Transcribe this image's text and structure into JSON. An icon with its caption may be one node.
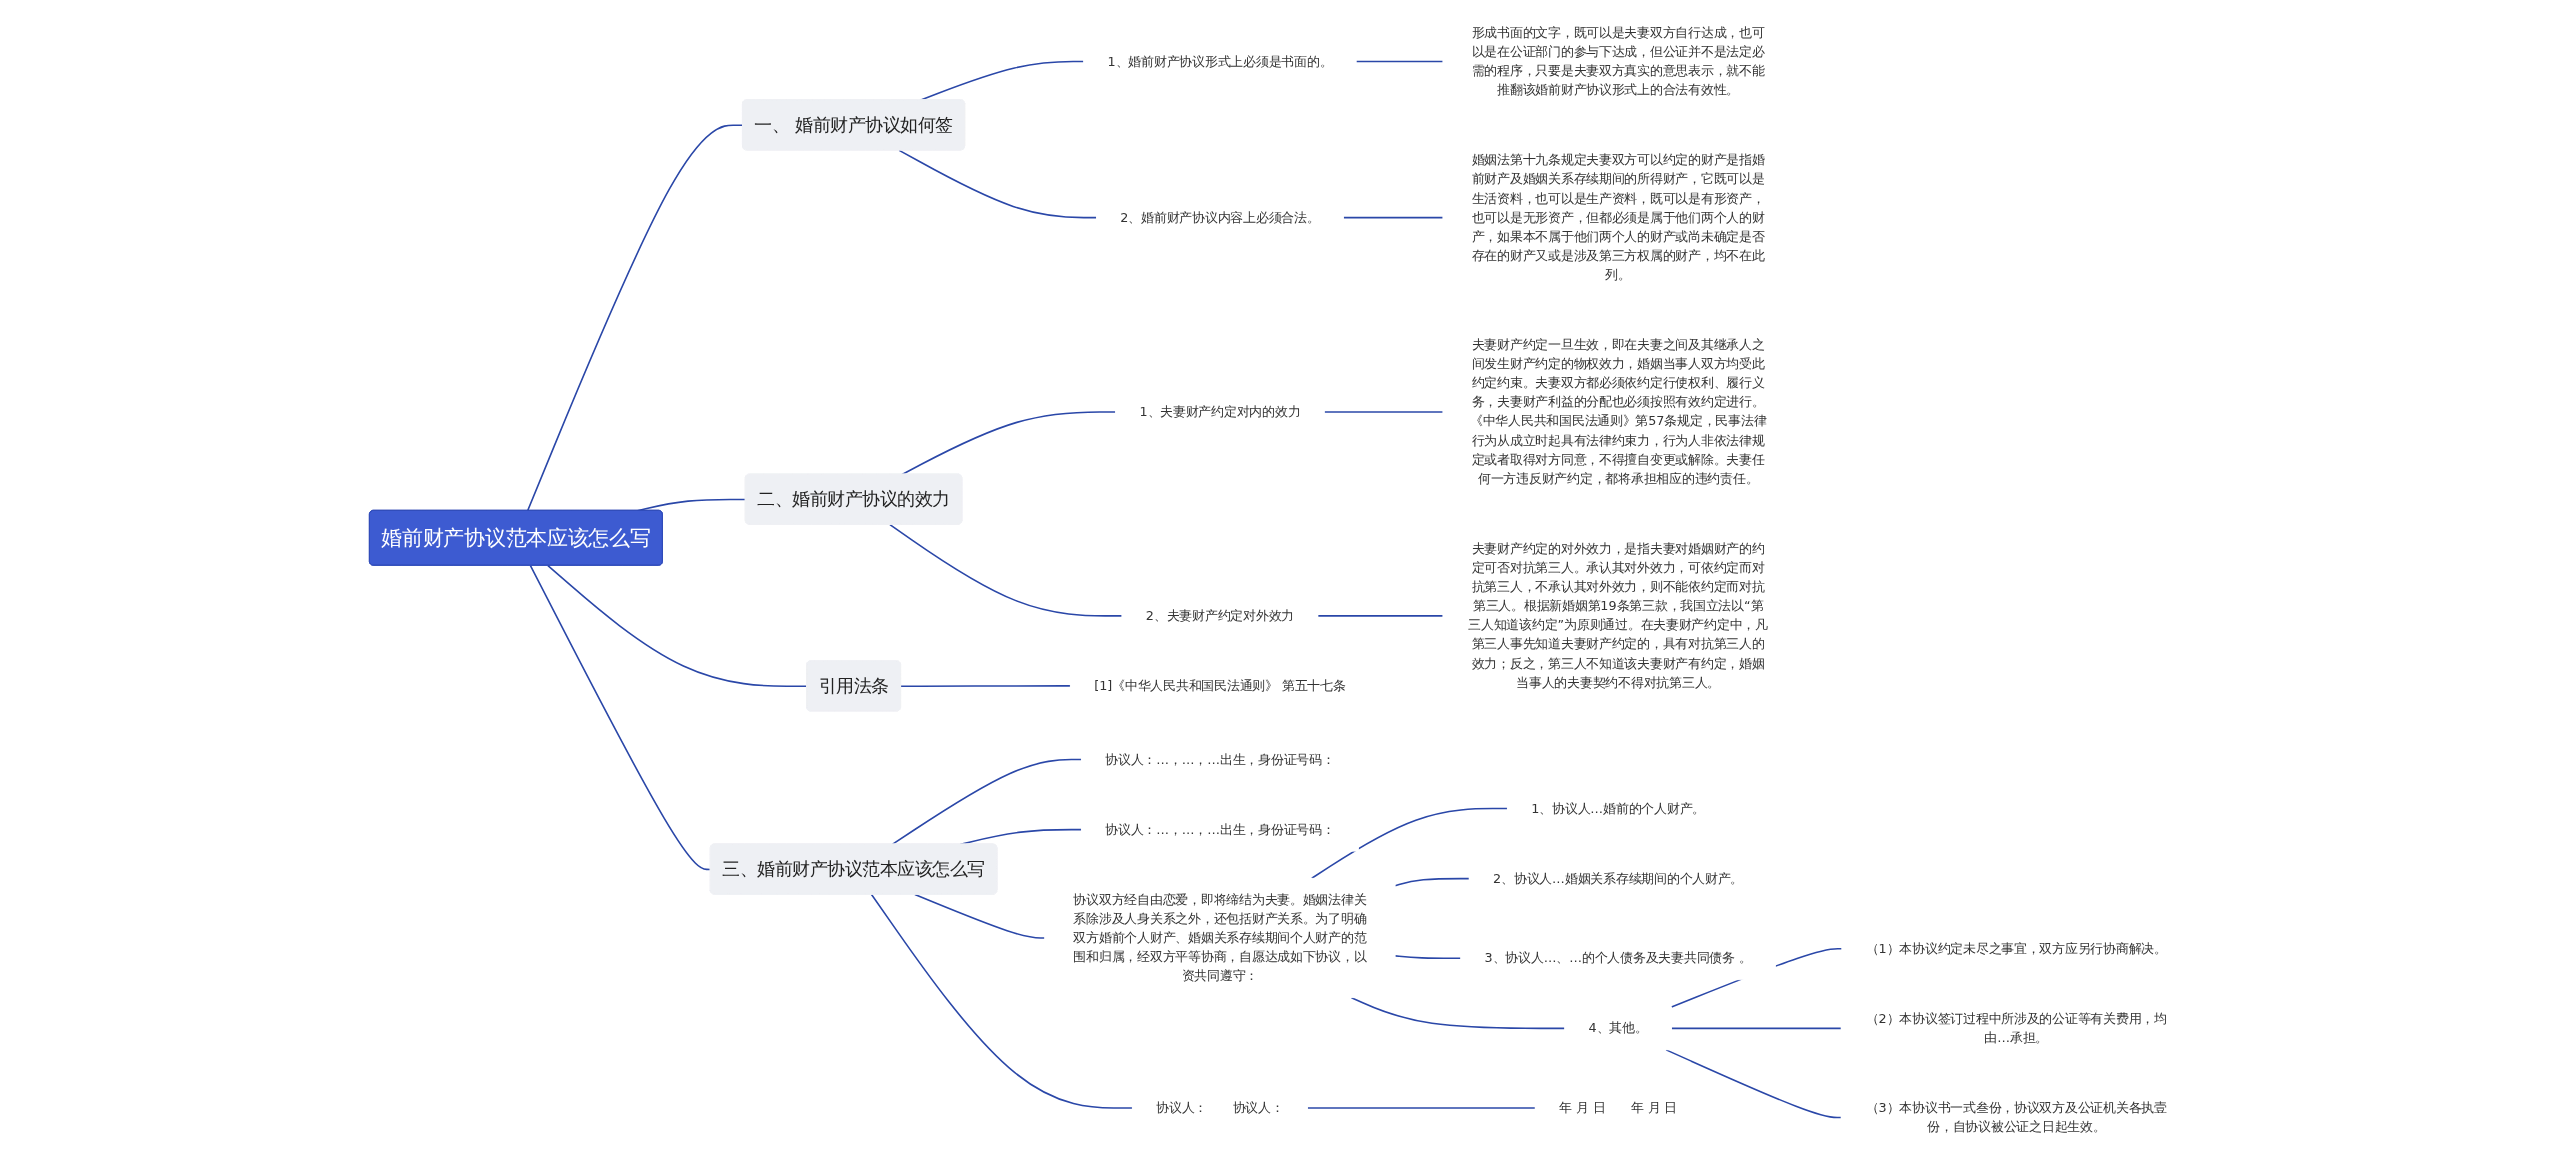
{
  "diagram": {
    "nodes": [
      {
        "text": [
          "婚前财产协议范本应该怎么写"
        ]
      },
      {
        "text": [
          "一、 婚前财产协议如何签"
        ]
      },
      {
        "text": [
          "1、婚前财产协议形式上必须是书面的。"
        ]
      },
      {
        "text": [
          "形成书面的文字，既可以是夫妻双方自行达成，也可以是在公证部门的参与下达成，但公证并不是法定必需的程序，只要是夫妻双方真实的意思表示，就不能推翻该婚前财产协议形式上的合法有效性。"
        ]
      },
      {
        "text": [
          "2、婚前财产协议内容上必须合法。"
        ]
      },
      {
        "text": [
          "婚姻法第十九条规定夫妻双方可以约定的财产是指婚前财产及婚姻关系存续期间的所得财产，它既可以是生活资料，也可以是生产资料，既可以是有形资产，也可以是无形资产，但都必须是属于他们两个人的财产，如果本不属于他们两个人的财产或尚未确定是否存在的财产又或是涉及第三方权属的财产，均不在此列。"
        ]
      },
      {
        "text": [
          "二、婚前财产协议的效力"
        ]
      },
      {
        "text": [
          "1、夫妻财产约定对内的效力"
        ]
      },
      {
        "text": [
          "夫妻财产约定一旦生效，即在夫妻之间及其继承人之间发生财产约定的物权效力，婚姻当事人双方均受此约定约束。夫妻双方都必须依约定行使权利、履行义务，夫妻财产利益的分配也必须按照有效约定进行。《中华人民共和国民法通则》第57条规定，民事法律行为从成立时起具有法律约束力，行为人非依法律规定或者取得对方同意，不得擅自变更或解除。夫妻任何一方违反财产约定，都将承担相应的违约责任。"
        ]
      },
      {
        "text": [
          "2、夫妻财产约定对外效力"
        ]
      },
      {
        "text": [
          "夫妻财产约定的对外效力，是指夫妻对婚姻财产的约定可否对抗第三人。承认其对外效力，可依约定而对抗第三人，不承认其对外效力，则不能依约定而对抗第三人。根据新婚姻第19条第三款，我国立法以“第三人知道该约定”为原则通过。在夫妻财产约定中，凡第三人事先知道夫妻财产约定的，具有对抗第三人的效力；反之，第三人不知道该夫妻财产有约定，婚姻当事人的夫妻契约不得对抗第三人。"
        ]
      },
      {
        "text": [
          "引用法条"
        ]
      },
      {
        "text": [
          "[1]《中华人民共和国民法通则》 第五十七条"
        ]
      },
      {
        "text": [
          "三、婚前财产协议范本应该怎么写"
        ]
      },
      {
        "text": [
          "协议人：…，…，…出生，身份证号码："
        ]
      },
      {
        "text": [
          "协议人：…，…，…出生，身份证号码："
        ]
      },
      {
        "text": [
          "协议双方经自由恋爱，即将缔结为夫妻。婚姻法律关系除涉及人身关系之外，还包括财产关系。为了明确双方婚前个人财产、婚姻关系存续期间个人财产的范围和归属，经双方平等协商，自愿达成如下协议，以资共同遵守："
        ]
      },
      {
        "text": [
          "1、协议人…婚前的个人财产。"
        ]
      },
      {
        "text": [
          "2、协议人…婚姻关系存续期间的个人财产。"
        ]
      },
      {
        "text": [
          "3、协议人…、…的个人债务及夫妻共同债务 。"
        ]
      },
      {
        "text": [
          "4、其他。"
        ]
      },
      {
        "text": [
          "（1）本协议约定未尽之事宜，双方应另行协商解决。"
        ]
      },
      {
        "text": [
          "（2）本协议签订过程中所涉及的公证等有关费用，均由…承担。"
        ]
      },
      {
        "text": [
          "（3）本协议书一式叁份，协议双方及公证机关各执壹份，自协议被公证之日起生效。"
        ]
      },
      {
        "text": [
          "协议人：　　协议人："
        ]
      },
      {
        "text": [
          "年 月 日　　年 月 日"
        ]
      }
    ],
    "edges": [
      {
        "from": 0,
        "to": 1,
        "arrow": "none"
      },
      {
        "from": 1,
        "to": 2,
        "arrow": "none"
      },
      {
        "from": 2,
        "to": 3,
        "arrow": "none"
      },
      {
        "from": 1,
        "to": 4,
        "arrow": "none"
      },
      {
        "from": 4,
        "to": 5,
        "arrow": "none"
      },
      {
        "from": 0,
        "to": 6,
        "arrow": "none"
      },
      {
        "from": 6,
        "to": 7,
        "arrow": "none"
      },
      {
        "from": 7,
        "to": 8,
        "arrow": "none"
      },
      {
        "from": 6,
        "to": 9,
        "arrow": "none"
      },
      {
        "from": 9,
        "to": 10,
        "arrow": "none"
      },
      {
        "from": 0,
        "to": 11,
        "arrow": "none"
      },
      {
        "from": 11,
        "to": 12,
        "arrow": "none"
      },
      {
        "from": 0,
        "to": 13,
        "arrow": "none"
      },
      {
        "from": 13,
        "to": 14,
        "arrow": "none"
      },
      {
        "from": 13,
        "to": 15,
        "arrow": "none"
      },
      {
        "from": 13,
        "to": 16,
        "arrow": "none"
      },
      {
        "from": 16,
        "to": 17,
        "arrow": "none"
      },
      {
        "from": 16,
        "to": 18,
        "arrow": "none"
      },
      {
        "from": 16,
        "to": 19,
        "arrow": "none"
      },
      {
        "from": 16,
        "to": 20,
        "arrow": "none"
      },
      {
        "from": 20,
        "to": 21,
        "arrow": "none"
      },
      {
        "from": 20,
        "to": 22,
        "arrow": "none"
      },
      {
        "from": 20,
        "to": 23,
        "arrow": "none"
      },
      {
        "from": 13,
        "to": 24,
        "arrow": "none"
      },
      {
        "from": 24,
        "to": 25,
        "arrow": "none"
      }
    ]
  }
}
